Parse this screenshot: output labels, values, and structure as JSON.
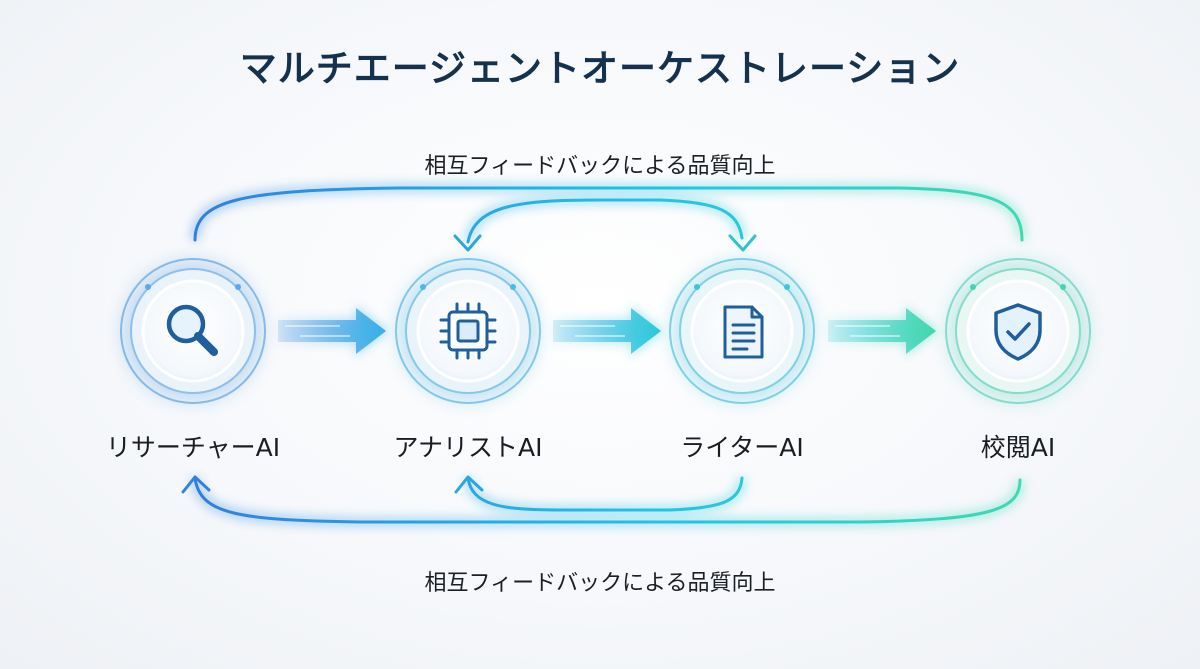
{
  "title": "マルチエージェントオーケストレーション",
  "feedback": {
    "top_label": "相互フィードバックによる品質向上",
    "bottom_label": "相互フィードバックによる品質向上"
  },
  "agents": [
    {
      "label": "リサーチャーAI",
      "icon": "search-icon",
      "color": "#3a8fdc"
    },
    {
      "label": "アナリストAI",
      "icon": "chip-icon",
      "color": "#2fa6dc"
    },
    {
      "label": "ライターAI",
      "icon": "document-icon",
      "color": "#2bb5d6"
    },
    {
      "label": "校閲AI",
      "icon": "shield-check-icon",
      "color": "#3cc7b0"
    }
  ],
  "colors": {
    "title": "#14324e",
    "flow_start": "#2f7fe0",
    "flow_mid": "#22c3e6",
    "flow_end": "#3ddbb0"
  }
}
